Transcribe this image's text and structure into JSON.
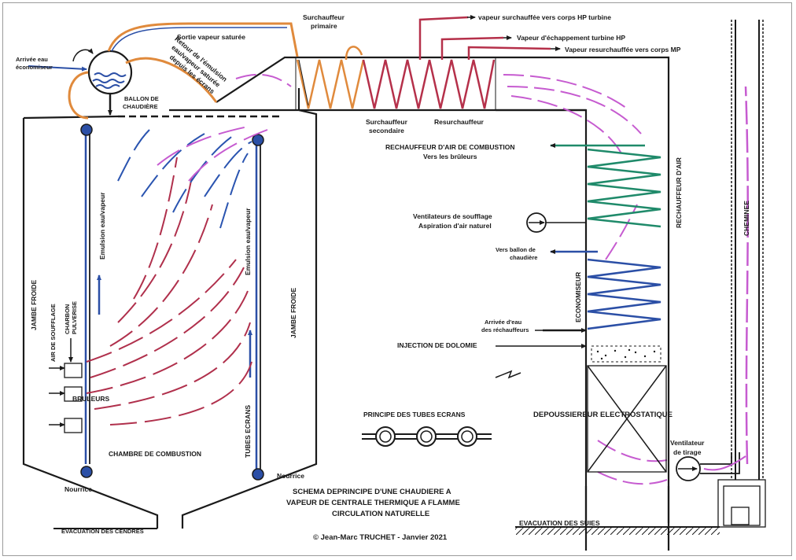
{
  "labels": {
    "arrivee_eau_economiseur": [
      "Arrivée eau",
      "économiseur"
    ],
    "ballon": [
      "BALLON DE",
      "CHAUDIÈRE"
    ],
    "sortie_vapeur_saturee": "Sortie vapeur saturée",
    "retour_emulsion": [
      "Retour de l'émulsion",
      "eau/vapeur saturée",
      "depuis les écrans"
    ],
    "surchauffeur_primaire": [
      "Surchauffeur",
      "primaire"
    ],
    "surchauffeur_secondaire": [
      "Surchauffeur",
      "secondaire"
    ],
    "resurchauffeur": "Resurchauffeur",
    "vapeur_hp": "vapeur surchauffée vers corps HP turbine",
    "vapeur_echappement": "Vapeur d'échappement turbine HP",
    "vapeur_mp": "Vapeur resurchauffée vers corps MP",
    "rechauffeur_air_combustion": [
      "RECHAUFFEUR D'AIR DE COMBUSTION",
      "Vers les brûleurs"
    ],
    "rechauffeur_air": "RECHAUFFEUR D'AIR",
    "ventilateurs_soufflage": [
      "Ventilateurs de soufflage",
      "Aspiration d'air naturel"
    ],
    "vers_ballon": [
      "Vers ballon de",
      "chaudière"
    ],
    "economiseur": "ECONOMISEUR",
    "arrivee_eau_rechauffeurs": [
      "Arrivée d'eau",
      "des réchauffeurs"
    ],
    "injection_dolomie": "INJECTION DE DOLOMIE",
    "depoussiereur": "DEPOUSSIEREUR ELECTROSTATIQUE",
    "cheminee": "CHEMINEE",
    "ventilateur_tirage": [
      "Ventilateur",
      "de tirage"
    ],
    "evacuation_suies": "EVACUATION DES SUIES",
    "emulsion_gauche": "Emulsion eau/vapeur",
    "emulsion_droite": "Emulsion eau/vapeur",
    "jambe_froide_gauche": "JAMBE FROIDE",
    "jambe_froide_droite": "JAMBE FROIDE",
    "air_soufflage": "AIR DE SOUFFLAGE",
    "charbon_pulverise": [
      "CHARBON",
      "PULVERISE"
    ],
    "bruleurs": "BRULEURS",
    "tubes_ecrans": "TUBES ECRANS",
    "chambre_combustion": "CHAMBRE DE COMBUSTION",
    "nourrice_gauche": "Nourrice",
    "nourrice_droite": "Nourrice",
    "evacuation_cendres": "EVACUATION DES CENDRES",
    "principe_tubes_ecrans": "PRINCIPE DES TUBES ECRANS",
    "title": [
      "SCHEMA DEPRINCIPE D'UNE CHAUDIERE A",
      "VAPEUR DE CENTRALE THERMIQUE A FLAMME",
      "CIRCULATION NATURELLE"
    ],
    "copyright": "© Jean-Marc TRUCHET - Janvier 2021"
  },
  "colors": {
    "outline": "#1a1a1a",
    "water": "#2b4fa6",
    "steam": "#e08a3c",
    "superheat": "#b5304a",
    "air": "#1f8a6a",
    "flame_red": "#b0304c",
    "flame_blue": "#2a54b0",
    "flue_gas": "#c65bd0"
  }
}
